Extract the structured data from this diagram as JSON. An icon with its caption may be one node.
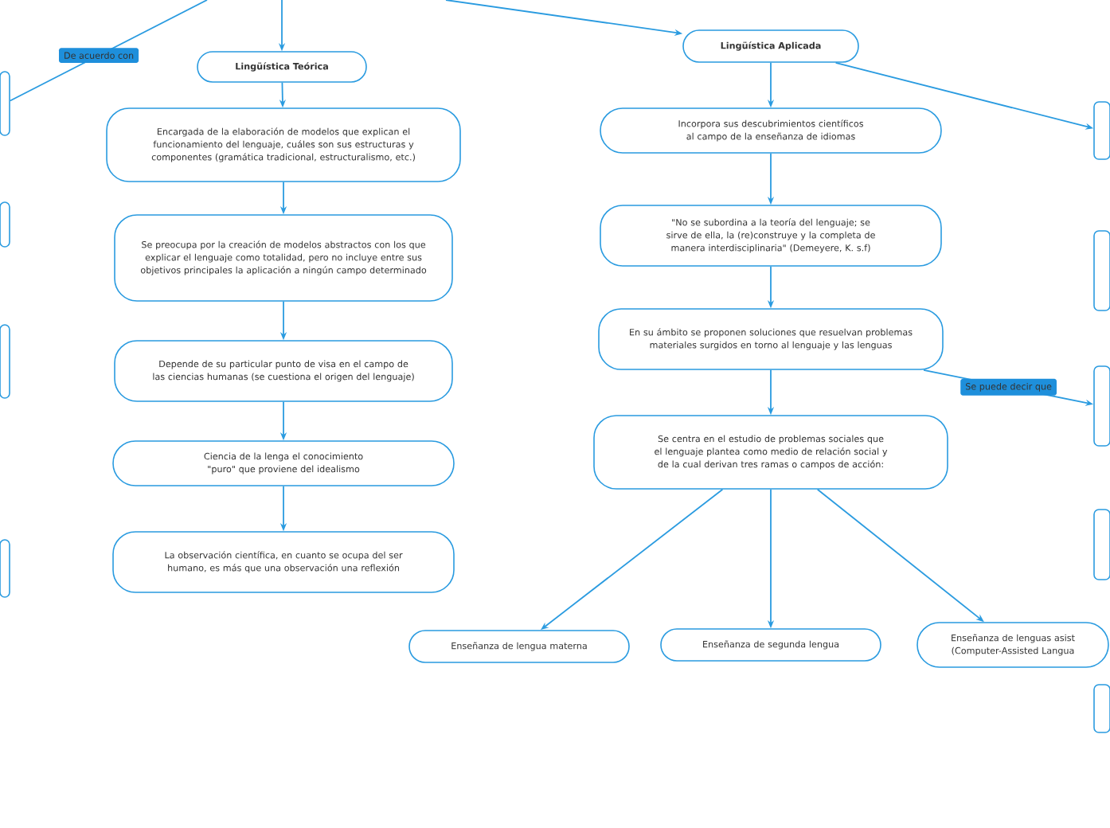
{
  "diagram": {
    "nodes": [
      {
        "text": [
          "Lingüística Teórica"
        ]
      },
      {
        "text": [
          "Encargada de la elaboración de modelos que explican el funcionamiento del lenguaje, cuáles son sus estructuras y componentes (gramática tradicional, estructuralismo, etc.)"
        ]
      },
      {
        "text": [
          "Se preocupa por la creación de modelos abstractos con los que explicar el lenguaje como totalidad, pero no incluye entre sus objetivos principales la aplicación a ningún campo determinado"
        ]
      },
      {
        "text": [
          "Depende de su particular punto de visa en el campo de las ciencias humanas (se cuestiona el origen del lenguaje)"
        ]
      },
      {
        "text": [
          "Ciencia de la lenga el conocimiento \"puro\" que proviene del idealismo"
        ]
      },
      {
        "text": [
          "La observación científica, en cuanto se ocupa del ser humano, es más que una observación una reflexión"
        ]
      },
      {
        "text": [
          "Lingüística Aplicada"
        ]
      },
      {
        "text": [
          "Incorpora sus descubrimientos científicos al campo de la enseñanza de idiomas"
        ]
      },
      {
        "text": [
          "\"No se subordina a la teoría del lenguaje; se sirve de ella, la (re)construye y la completa de manera interdisciplinaria\"  (Demeyere, K. s.f)"
        ]
      },
      {
        "text": [
          "En su ámbito se proponen soluciones que resuelvan problemas materiales surgidos en torno al lenguaje y las lenguas"
        ]
      },
      {
        "text": [
          "Se centra en el estudio de problemas sociales que el lenguaje plantea como medio de relación social y de la cual derivan tres ramas o campos de acción:"
        ]
      },
      {
        "text": [
          "Enseñanza de lengua materna"
        ]
      },
      {
        "text": [
          "Enseñanza de segunda lengua"
        ]
      },
      {
        "text": [
          "Enseñanza de lenguas asist (Computer-Assisted Langua"
        ]
      },
      {
        "text": [],
        "shape": "box"
      },
      {
        "text": [],
        "shape": "box"
      },
      {
        "text": [],
        "shape": "box"
      },
      {
        "text": [],
        "shape": "box"
      },
      {
        "text": [],
        "shape": "box"
      },
      {
        "text": [],
        "shape": "box"
      },
      {
        "text": [],
        "shape": "box"
      },
      {
        "text": [],
        "shape": "box"
      },
      {
        "text": [],
        "shape": "box"
      }
    ],
    "edges": [
      {
        "from": null,
        "to": 0,
        "arrow": "to"
      },
      {
        "from": null,
        "to": 6,
        "arrow": "to"
      },
      {
        "from": null,
        "to": 14,
        "arrow": "none",
        "label": "De acuerdo con"
      },
      {
        "from": 0,
        "to": 1,
        "arrow": "to"
      },
      {
        "from": 1,
        "to": 2,
        "arrow": "to"
      },
      {
        "from": 2,
        "to": 3,
        "arrow": "to"
      },
      {
        "from": 3,
        "to": 4,
        "arrow": "to"
      },
      {
        "from": 4,
        "to": 5,
        "arrow": "to"
      },
      {
        "from": 6,
        "to": 7,
        "arrow": "to"
      },
      {
        "from": 7,
        "to": 8,
        "arrow": "to"
      },
      {
        "from": 8,
        "to": 9,
        "arrow": "to"
      },
      {
        "from": 9,
        "to": 10,
        "arrow": "to"
      },
      {
        "from": 10,
        "to": 11,
        "arrow": "to"
      },
      {
        "from": 10,
        "to": 12,
        "arrow": "to"
      },
      {
        "from": 10,
        "to": 13,
        "arrow": "to"
      },
      {
        "from": 6,
        "to": 18,
        "arrow": "to"
      },
      {
        "from": 9,
        "to": 20,
        "arrow": "to",
        "label": "Se puede decir que"
      }
    ]
  }
}
